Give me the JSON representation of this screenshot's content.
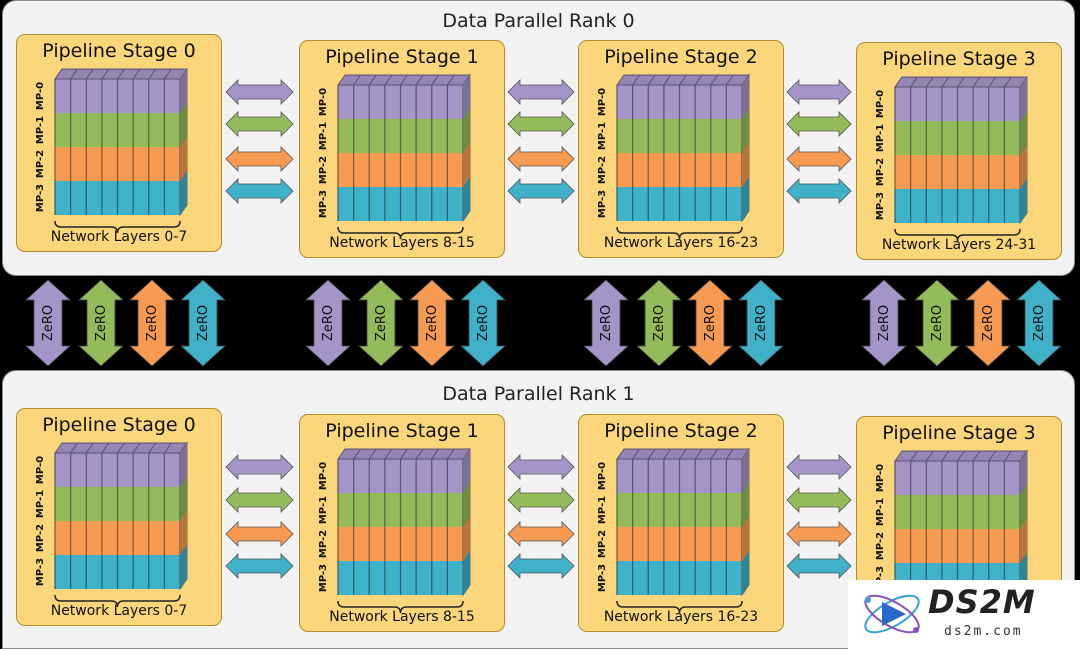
{
  "colors": {
    "mp0": "#a594c8",
    "mp1": "#93bb5a",
    "mp2": "#f79a52",
    "mp3": "#3fb1c9",
    "stage_fill": "#fbd67a",
    "rank_fill": "#f2f2f2"
  },
  "mp_labels": [
    "MP-0",
    "MP-1",
    "MP-2",
    "MP-3"
  ],
  "zero_label": "ZeRO",
  "ranks": [
    {
      "title": "Data Parallel Rank 0",
      "stages": [
        {
          "title": "Pipeline Stage 0",
          "layers": "Network Layers 0-7"
        },
        {
          "title": "Pipeline Stage 1",
          "layers": "Network Layers 8-15"
        },
        {
          "title": "Pipeline Stage 2",
          "layers": "Network Layers 16-23"
        },
        {
          "title": "Pipeline Stage 3",
          "layers": "Network Layers 24-31"
        }
      ]
    },
    {
      "title": "Data Parallel Rank 1",
      "stages": [
        {
          "title": "Pipeline Stage 0",
          "layers": "Network Layers 0-7"
        },
        {
          "title": "Pipeline Stage 1",
          "layers": "Network Layers 8-15"
        },
        {
          "title": "Pipeline Stage 2",
          "layers": "Network Layers 16-23"
        },
        {
          "title": "Pipeline Stage 3",
          "layers": ""
        }
      ]
    }
  ],
  "watermark": {
    "title": "DS2M",
    "subtitle": "ds2m.com"
  }
}
